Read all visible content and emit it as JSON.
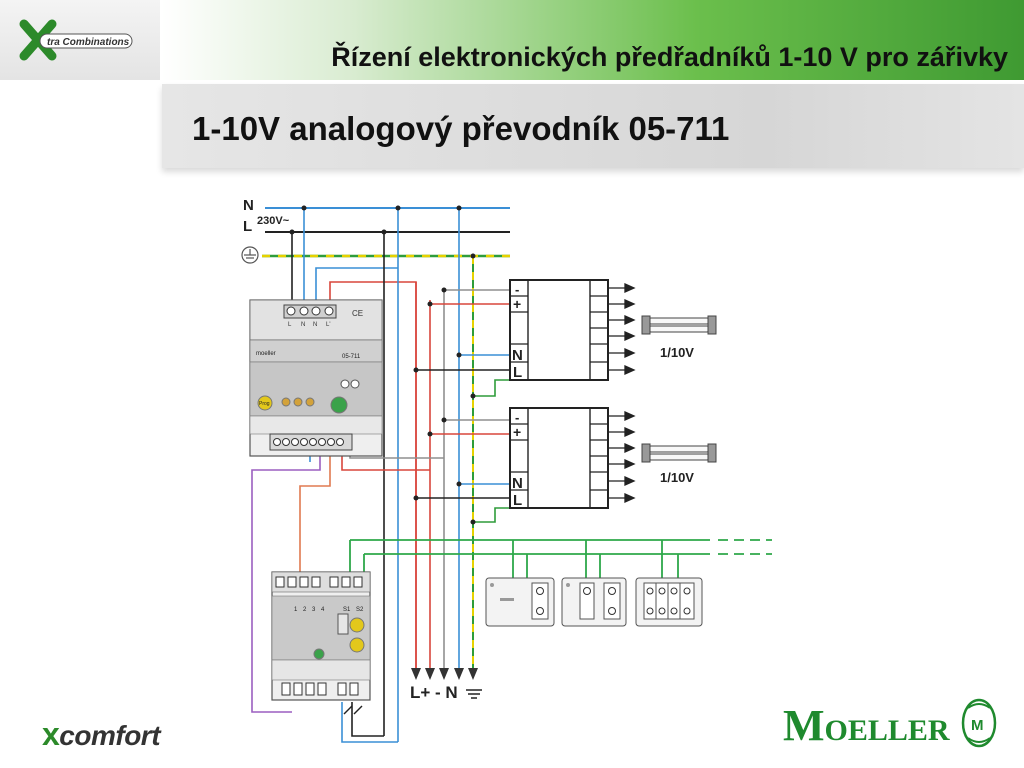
{
  "header": {
    "brand_logo_text": "tra Combinations",
    "title": "Řízení elektronických předřadníků 1-10 V pro zářivky"
  },
  "subtitle": "1-10V analogový převodník 05-711",
  "diagram": {
    "supply": {
      "n_label": "N",
      "l_label": "L",
      "voltage_label": "230V~"
    },
    "ballast_terminals": {
      "minus": "-",
      "plus": "+",
      "n": "N",
      "l": "L"
    },
    "lamp_label_1": "1/10V",
    "lamp_label_2": "1/10V",
    "bottom_terminals": "L+ - N",
    "converter_module": {
      "model": "05-711",
      "terminals": [
        "L",
        "N",
        "N",
        "L'"
      ],
      "button_prog": "Prog",
      "brand": "moeller"
    },
    "actuator_module": {
      "channel_numbers": [
        "1",
        "2",
        "3",
        "4"
      ],
      "terminals": [
        "S1",
        "S2"
      ]
    }
  },
  "footer": {
    "product_logo_x": "x",
    "product_logo_rest": "comfort",
    "company_logo_first": "M",
    "company_logo_rest": "OELLER"
  },
  "colors": {
    "neutral_wire": "#3a8fd6",
    "line_wire": "#222222",
    "earth_wire_a": "#2e9c3a",
    "earth_wire_b": "#e6d200",
    "control_plus": "#d9463c",
    "control_minus": "#8f8f8f",
    "control_purple": "#9b5fc0",
    "control_orange": "#e07a50",
    "bus_green": "#2ea84a",
    "brand_green": "#1f8a2e"
  }
}
